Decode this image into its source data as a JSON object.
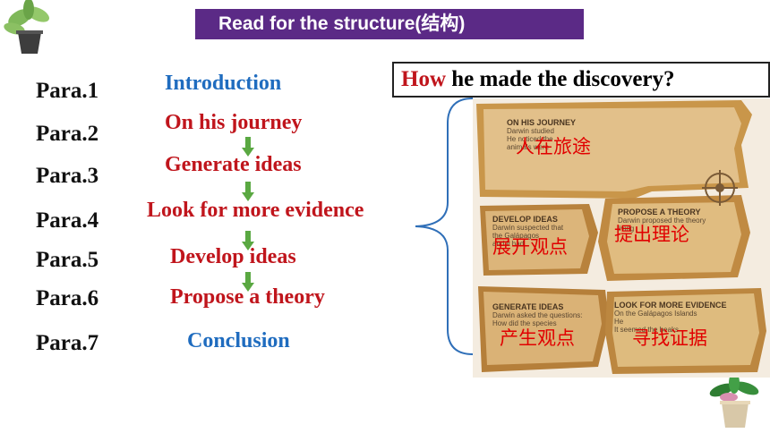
{
  "header": {
    "title": "Read for the structure(结构)"
  },
  "paragraphs": [
    "Para.1",
    "Para.2",
    "Para.3",
    "Para.4",
    "Para.5",
    "Para.6",
    "Para.7"
  ],
  "sections": {
    "introduction": "Introduction",
    "journey": "On his journey",
    "generate": "Generate ideas",
    "evidence": "Look for more evidence",
    "develop": "Develop ideas",
    "theory": "Propose a theory",
    "conclusion": "Conclusion"
  },
  "question": {
    "how": "How",
    "rest": "he made the discovery?"
  },
  "map": {
    "journey": {
      "heading": "ON HIS JOURNEY",
      "line1": "Darwin studied",
      "line2": "He noticed the",
      "line3": "animals were",
      "label_cn": "人在旅途"
    },
    "theory": {
      "heading": "PROPOSE A THEORY",
      "line1": "Darwin proposed the theory",
      "line2": "living",
      "label_cn": "提出理论"
    },
    "develop": {
      "heading": "DEVELOP IDEAS",
      "line1": "Darwin suspected that",
      "line2": "the Galápagos",
      "line3": "and it had",
      "label_cn": "展开观点"
    },
    "generate": {
      "heading": "GENERATE IDEAS",
      "line1": "Darwin asked the questions:",
      "line2": "How did the species",
      "label_cn": "产生观点"
    },
    "evidence": {
      "heading": "LOOK FOR MORE EVIDENCE",
      "line1": "On the Galápagos Islands",
      "line2": "He",
      "line3": "It seemed the beaks",
      "label_cn": "寻找证据"
    }
  },
  "colors": {
    "header_bg": "#5b2a86",
    "red": "#c0151c",
    "blue": "#1f6cbf",
    "arrow_green": "#5aa842",
    "label_red": "#e10000"
  }
}
